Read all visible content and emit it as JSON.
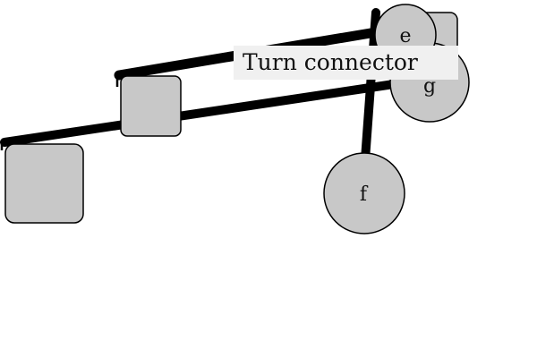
{
  "diagram": {
    "tooltip_label": "Turn connector",
    "nodes": {
      "e": {
        "label": "e"
      },
      "f": {
        "label": "f"
      },
      "g": {
        "label": "g"
      }
    },
    "colors": {
      "node_fill": "#c8c8c8",
      "edge": "#000000",
      "tooltip_bg": "#f0f0f0"
    }
  }
}
